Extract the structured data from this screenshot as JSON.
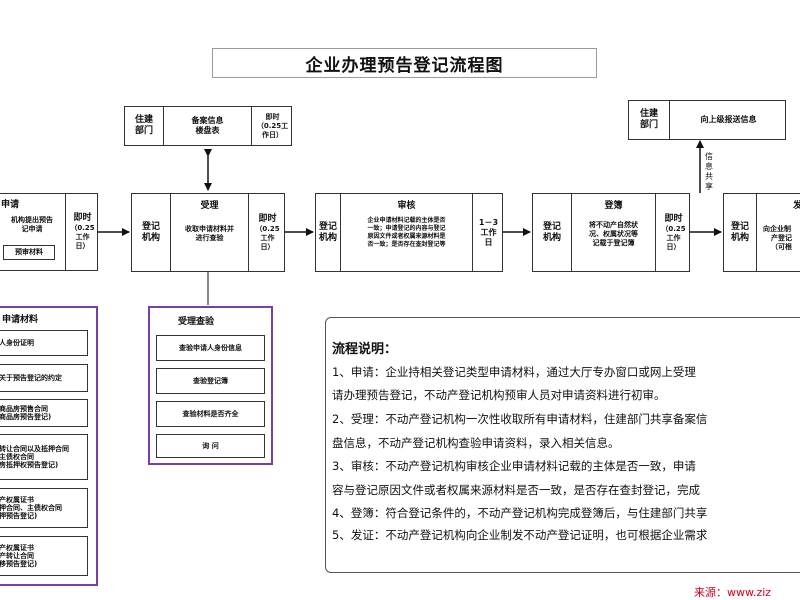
{
  "title": "企业办理预告登记流程图",
  "filing_box": {
    "dept": [
      "住建",
      "部门"
    ],
    "info": [
      "备案信息",
      "楼盘表"
    ],
    "time": [
      "即时",
      "（0.25工",
      "作日）"
    ]
  },
  "share_box": {
    "dept": [
      "住建",
      "部门"
    ],
    "info": "向上级报送信息"
  },
  "share_label": [
    "信",
    "息",
    "共",
    "享"
  ],
  "apply": {
    "header": "申请",
    "lines": [
      "机构提出预告",
      "记申请"
    ],
    "button": "预审材料",
    "time": [
      "即时",
      "（0.25",
      "工作",
      "日）"
    ]
  },
  "accept": {
    "org": [
      "登记",
      "机构"
    ],
    "header": "受理",
    "lines": [
      "收取申请材料并",
      "进行查验"
    ],
    "time": [
      "即时",
      "（0.25",
      "工作",
      "日）"
    ]
  },
  "review": {
    "org": [
      "登记",
      "机构"
    ],
    "header": "审核",
    "lines": [
      "企业申请材料记载的主体是否",
      "一致；申请登记的内容与登记",
      "原因文件或者权属来源材料是",
      "否一致；是否存在查封登记等"
    ],
    "time": [
      "1－3",
      "工作",
      "日"
    ]
  },
  "register": {
    "org": [
      "登记",
      "机构"
    ],
    "header": "登簿",
    "lines": [
      "将不动产自然状",
      "况、权属状况等",
      "记载于登记簿"
    ],
    "time": [
      "即时",
      "（0.25",
      "工作",
      "日）"
    ]
  },
  "issue": {
    "org": [
      "登记",
      "机构"
    ],
    "header": "发证",
    "lines": [
      "向企业制",
      "产登记",
      "（可根"
    ]
  },
  "left_materials": {
    "header": "申请材料",
    "items": [
      [
        "人身份证明"
      ],
      [
        "关于预告登记的约定"
      ],
      [
        "商品房预售合同",
        "商品房预告登记)"
      ],
      [
        "转让合同以及抵押合同",
        "主债权合同",
        "房抵押权预告登记)"
      ],
      [
        "产权属证书",
        "押合同、主债权合同",
        "押预告登记)"
      ],
      [
        "产权属证书",
        "产转让合同",
        "移预告登记)"
      ]
    ]
  },
  "accept_check": {
    "header": "受理查验",
    "items": [
      "查验申请人身份信息",
      "查验登记簿",
      "查验材料是否齐全",
      "询  问"
    ]
  },
  "notes": {
    "title": "流程说明：",
    "lines": [
      "1、申请：企业持相关登记类型申请材料，通过大厅专办窗口或网上受理",
      "请办理预告登记，不动产登记机构预审人员对申请资料进行初审。",
      "2、受理：不动产登记机构一次性收取所有申请材料，住建部门共享备案信",
      "盘信息，不动产登记机构查验申请资料，录入相关信息。",
      "3、审核：不动产登记机构审核企业申请材料记载的主体是否一致，申请",
      "容与登记原因文件或者权属来源材料是否一致，是否存在查封登记，完成",
      "4、登簿：符合登记条件的，不动产登记机构完成登簿后，与住建部门共享",
      "5、发证：不动产登记机构向企业制发不动产登记证明，也可根据企业需求"
    ]
  },
  "source": "来源：www.ziz",
  "colors": {
    "purple": "#7a3ea5",
    "source_red": "#d6001c",
    "border": "#333333"
  }
}
